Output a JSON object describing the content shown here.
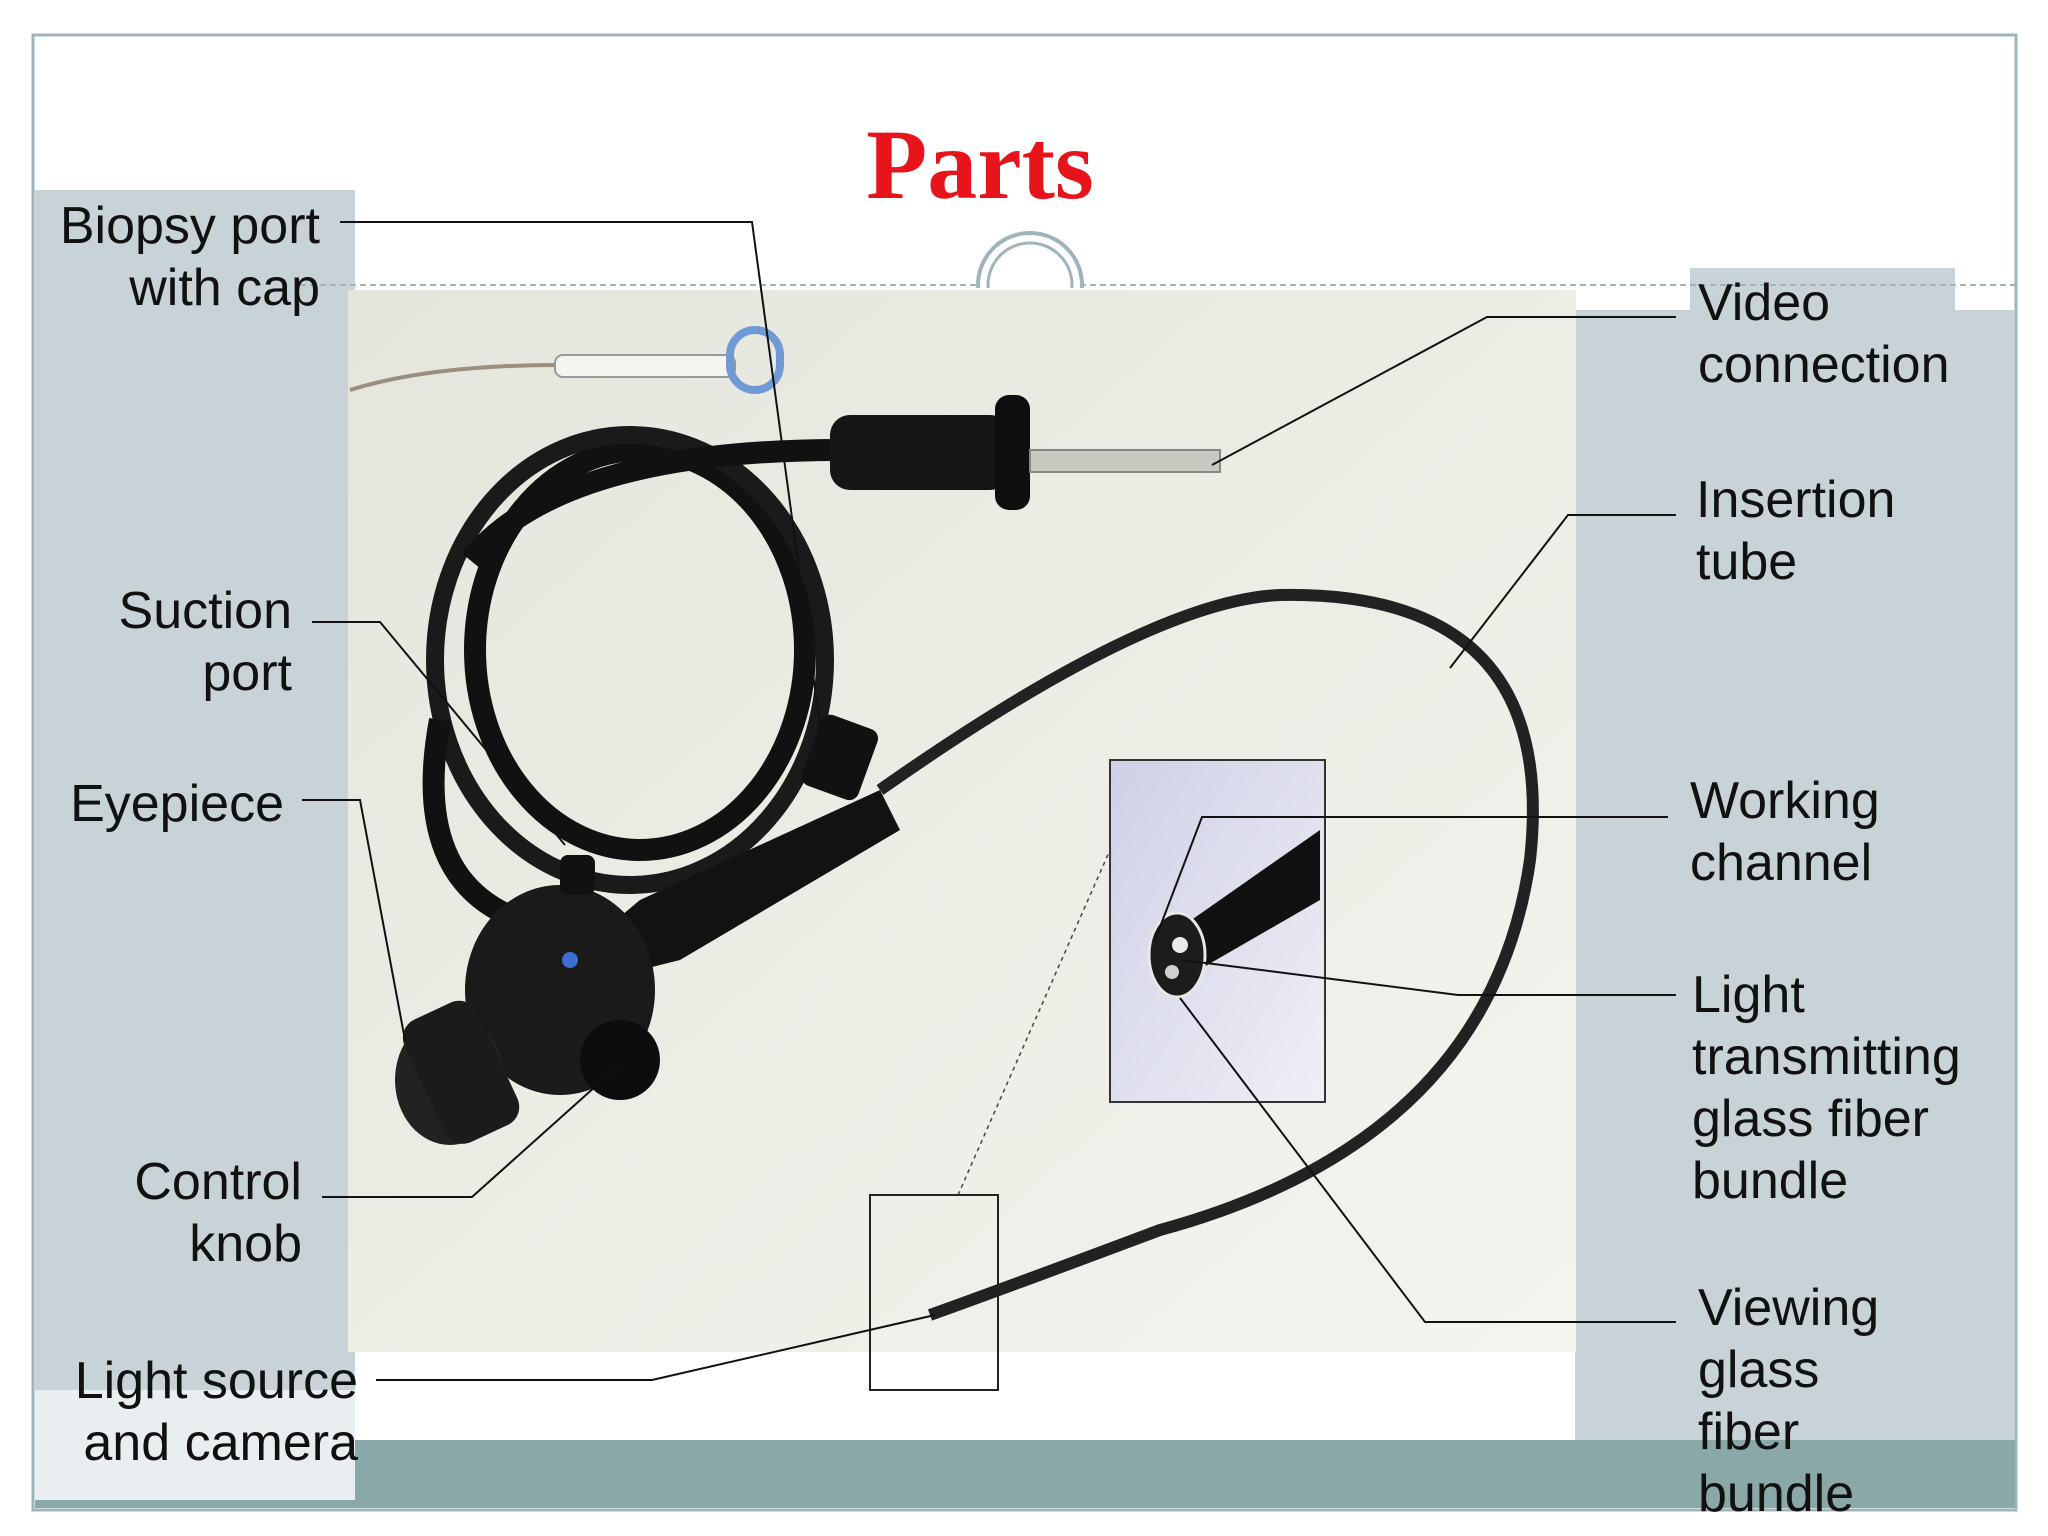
{
  "slide": {
    "title": "Parts",
    "colors": {
      "title": "#e8141b",
      "panel": "#c7d3d7",
      "bottom_bar": "#8aa8a7",
      "border": "#9fb4ba",
      "photo_bg": "#eef0e4"
    }
  },
  "labels": {
    "biopsy_port": "Biopsy port\nwith cap",
    "suction_port": "Suction\nport",
    "eyepiece": "Eyepiece",
    "control_knob": "Control\nknob",
    "light_source": "Light source\nand camera",
    "video_connection": "Video\nconnection",
    "insertion_tube": "Insertion\ntube",
    "working_channel": "Working\nchannel",
    "light_fiber": "Light\ntransmitting\nglass fiber\nbundle",
    "viewing_fiber": "Viewing\nglass\nfiber\nbundle"
  }
}
